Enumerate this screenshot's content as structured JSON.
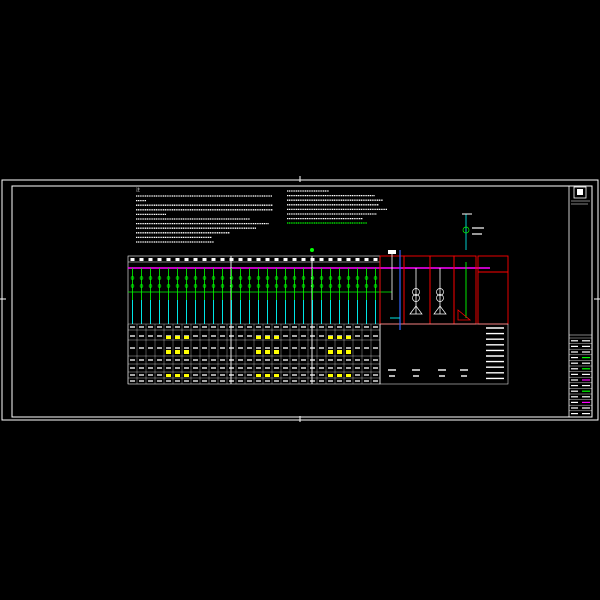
{
  "drawing": {
    "notes_marker": "注",
    "colors": {
      "background": "#000000",
      "frame": "#ffffff",
      "busbar": "#ff00ff",
      "circuit": "#00ff00",
      "feeder": "#00ffff",
      "text": "#ffffff",
      "highlight": "#ffff00",
      "panel_border": "#ff0000",
      "blue_line": "#3366ff"
    },
    "cabinet_count": 28,
    "yellow_groups": [
      4,
      14,
      22
    ]
  }
}
